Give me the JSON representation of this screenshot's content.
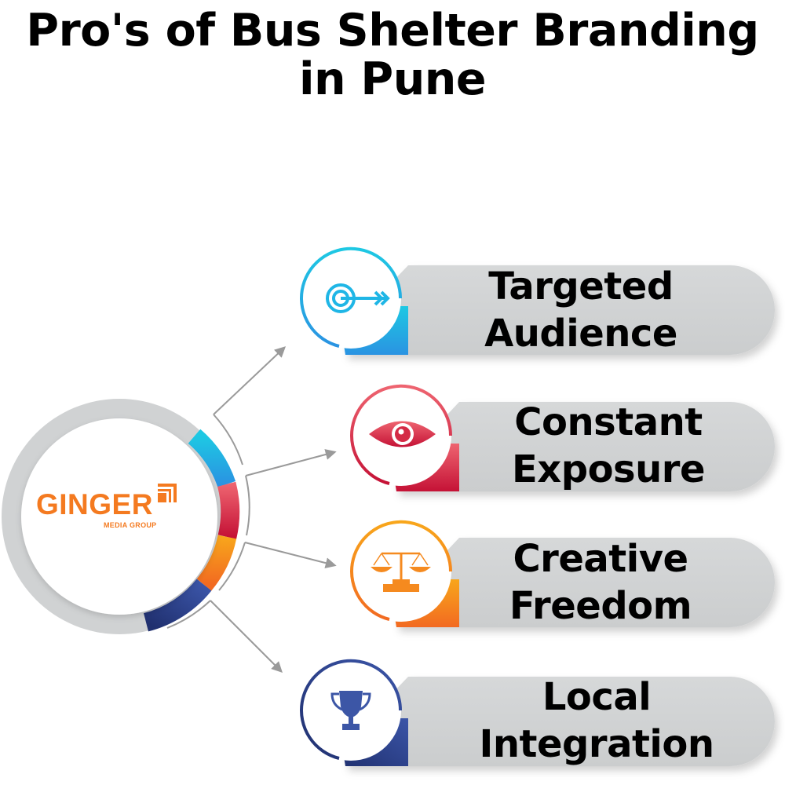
{
  "title": {
    "line1": "Pro's of Bus Shelter Branding",
    "line2": "in Pune"
  },
  "hub": {
    "logo_word": "GINGER",
    "logo_subtitle": "MEDIA GROUP",
    "logo_color": "#f47a20",
    "ring_color": "#d0d2d3"
  },
  "items": [
    {
      "line1": "Targeted",
      "line2": "Audience",
      "icon": "target-arrow-icon",
      "color": "#1fb6e6",
      "color_dark": "#2a8fe0"
    },
    {
      "line1": "Constant",
      "line2": "Exposure",
      "icon": "eye-icon",
      "color": "#e94c5c",
      "color_dark": "#c8173a"
    },
    {
      "line1": "Creative",
      "line2": "Freedom",
      "icon": "balance-scale-icon",
      "color": "#f7a21b",
      "color_dark": "#f26f21"
    },
    {
      "line1": "Local",
      "line2": "Integration",
      "icon": "trophy-icon",
      "color": "#3c56a6",
      "color_dark": "#24367f"
    }
  ],
  "pill_color": "#d0d2d3",
  "connector_color": "#9a9a9a"
}
